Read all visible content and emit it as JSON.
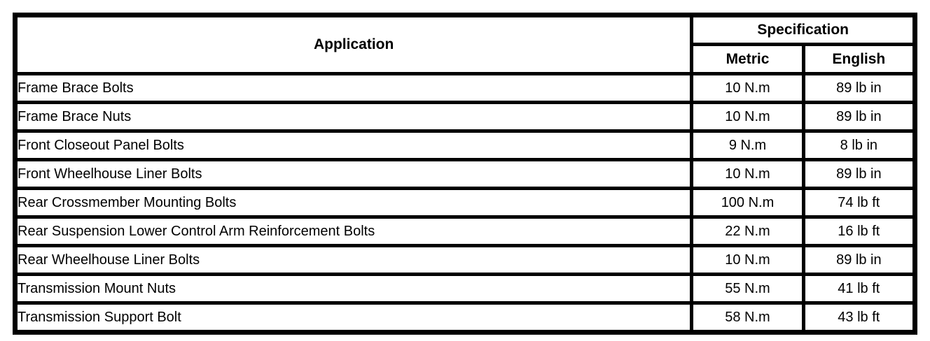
{
  "table": {
    "header": {
      "application": "Application",
      "specification": "Specification",
      "metric": "Metric",
      "english": "English"
    },
    "rows": [
      {
        "application": "Frame Brace Bolts",
        "metric": "10 N.m",
        "english": "89 lb in"
      },
      {
        "application": "Frame Brace Nuts",
        "metric": "10 N.m",
        "english": "89 lb in"
      },
      {
        "application": "Front Closeout Panel Bolts",
        "metric": "9 N.m",
        "english": "8 lb in"
      },
      {
        "application": "Front Wheelhouse Liner Bolts",
        "metric": "10 N.m",
        "english": "89 lb in"
      },
      {
        "application": "Rear Crossmember Mounting Bolts",
        "metric": "100 N.m",
        "english": "74 lb ft"
      },
      {
        "application": "Rear Suspension Lower Control Arm Reinforcement Bolts",
        "metric": "22 N.m",
        "english": "16 lb ft"
      },
      {
        "application": "Rear Wheelhouse Liner Bolts",
        "metric": "10 N.m",
        "english": "89 lb in"
      },
      {
        "application": "Transmission Mount Nuts",
        "metric": "55 N.m",
        "english": "41 lb ft"
      },
      {
        "application": "Transmission Support Bolt",
        "metric": "58 N.m",
        "english": "43 lb ft"
      }
    ],
    "colors": {
      "border": "#000000",
      "text": "#000000",
      "background": "#ffffff"
    }
  }
}
